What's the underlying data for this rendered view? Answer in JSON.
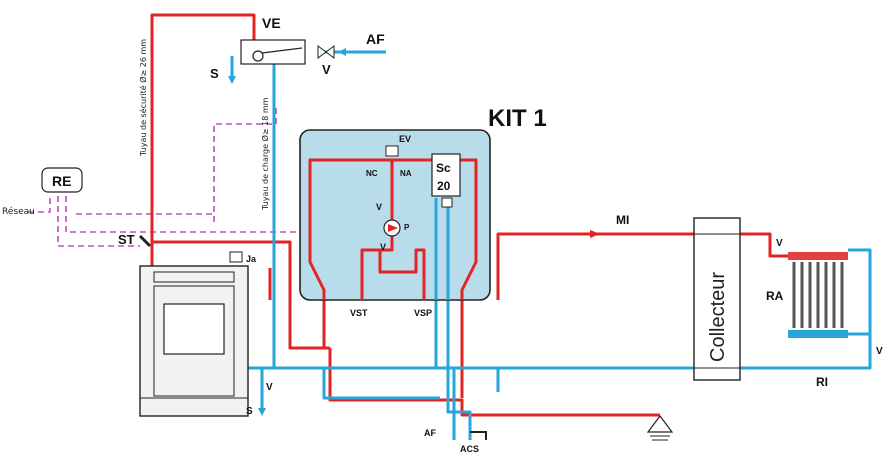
{
  "labels": {
    "ve": "VE",
    "af_top": "AF",
    "v_top": "V",
    "s_top": "S",
    "kit": "KIT 1",
    "re": "RE",
    "reseau": "Réseau",
    "st": "ST",
    "ja": "Ja",
    "ev": "EV",
    "nc": "NC",
    "na": "NA",
    "v_kit1": "V",
    "p": "P",
    "v_kit2": "V",
    "sc": "Sc",
    "sc_num": "20",
    "vst": "VST",
    "vsp": "VSP",
    "mi": "MI",
    "collecteur": "Collecteur",
    "v_ra_top": "V",
    "ra": "RA",
    "v_ra_bottom": "V",
    "ri": "RI",
    "v_bottom": "V",
    "s_bottom": "S",
    "af_bottom": "AF",
    "acs": "ACS",
    "tuyau_securite": "Tuyau de sécurité Ø≥ 26 mm",
    "tuyau_charge": "Tuyau de charge Ø≥ 18 mm"
  },
  "colors": {
    "hot": "#e32424",
    "cold": "#27a6d8",
    "signal": "#c050c0",
    "kit_fill": "#b9dcea",
    "kit_border": "#222222",
    "collector_fill": "#ffffff",
    "radiator": "#e04040"
  }
}
